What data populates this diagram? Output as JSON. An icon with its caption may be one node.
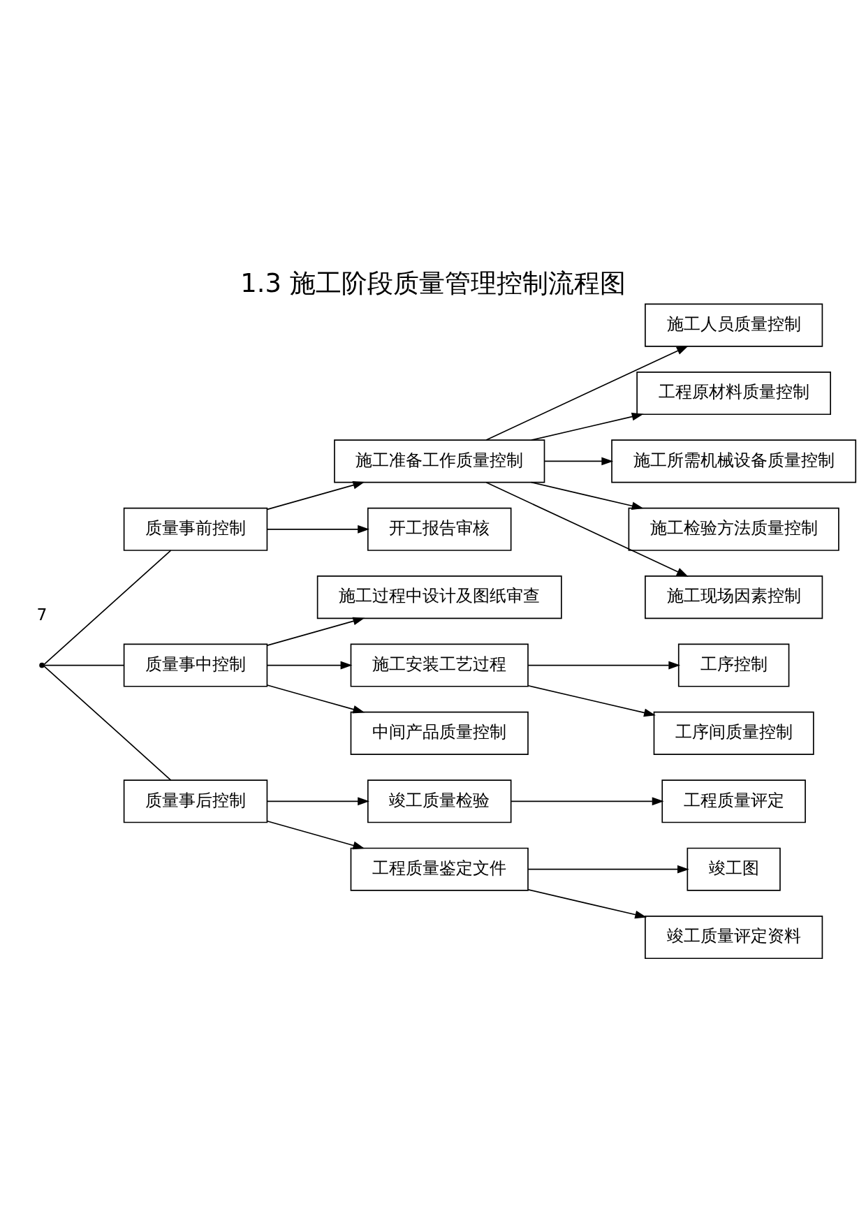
{
  "diagram": {
    "title": "1.3 施工阶段质量管理控制流程图",
    "nodes": [
      {
        "text": [],
        "shape": "point"
      },
      {
        "text": [
          "质量事前控制"
        ]
      },
      {
        "text": [
          "施工准备工作质量控制"
        ]
      },
      {
        "text": [
          "施工人员质量控制"
        ]
      },
      {
        "text": [
          "工程原材料质量控制"
        ]
      },
      {
        "text": [
          "施工所需机械设备质量控制"
        ]
      },
      {
        "text": [
          "施工检验方法质量控制"
        ]
      },
      {
        "text": [
          "施工现场因素控制"
        ]
      },
      {
        "text": [
          "开工报告审核"
        ]
      },
      {
        "text": [
          "质量事中控制"
        ]
      },
      {
        "text": [
          "施工过程中设计及图纸审查"
        ]
      },
      {
        "text": [
          "施工安装工艺过程"
        ]
      },
      {
        "text": [
          "工序控制"
        ]
      },
      {
        "text": [
          "工序间质量控制"
        ]
      },
      {
        "text": [
          "中间产品质量控制"
        ]
      },
      {
        "text": [
          "质量事后控制"
        ]
      },
      {
        "text": [
          "竣工质量检验"
        ]
      },
      {
        "text": [
          "工程质量评定"
        ]
      },
      {
        "text": [
          "工程质量鉴定文件"
        ]
      },
      {
        "text": [
          "竣工图"
        ]
      },
      {
        "text": [
          "竣工质量评定资料"
        ]
      }
    ],
    "edges": [
      {
        "from": 0,
        "to": 1,
        "arrow": "none"
      },
      {
        "from": 0,
        "to": 9,
        "arrow": "none"
      },
      {
        "from": 0,
        "to": 15,
        "arrow": "none"
      },
      {
        "from": 1,
        "to": 2,
        "arrow": "to"
      },
      {
        "from": 2,
        "to": 3,
        "arrow": "to"
      },
      {
        "from": 2,
        "to": 4,
        "arrow": "to"
      },
      {
        "from": 2,
        "to": 5,
        "arrow": "to"
      },
      {
        "from": 2,
        "to": 6,
        "arrow": "to"
      },
      {
        "from": 2,
        "to": 7,
        "arrow": "to"
      },
      {
        "from": 1,
        "to": 8,
        "arrow": "to"
      },
      {
        "from": 9,
        "to": 10,
        "arrow": "to"
      },
      {
        "from": 9,
        "to": 11,
        "arrow": "to"
      },
      {
        "from": 9,
        "to": 14,
        "arrow": "to"
      },
      {
        "from": 11,
        "to": 12,
        "arrow": "to"
      },
      {
        "from": 11,
        "to": 13,
        "arrow": "to"
      },
      {
        "from": 15,
        "to": 16,
        "arrow": "to"
      },
      {
        "from": 16,
        "to": 17,
        "arrow": "to"
      },
      {
        "from": 15,
        "to": 18,
        "arrow": "to"
      },
      {
        "from": 18,
        "to": 19,
        "arrow": "to"
      },
      {
        "from": 18,
        "to": 20,
        "arrow": "to"
      }
    ],
    "labels": [
      "7"
    ]
  }
}
